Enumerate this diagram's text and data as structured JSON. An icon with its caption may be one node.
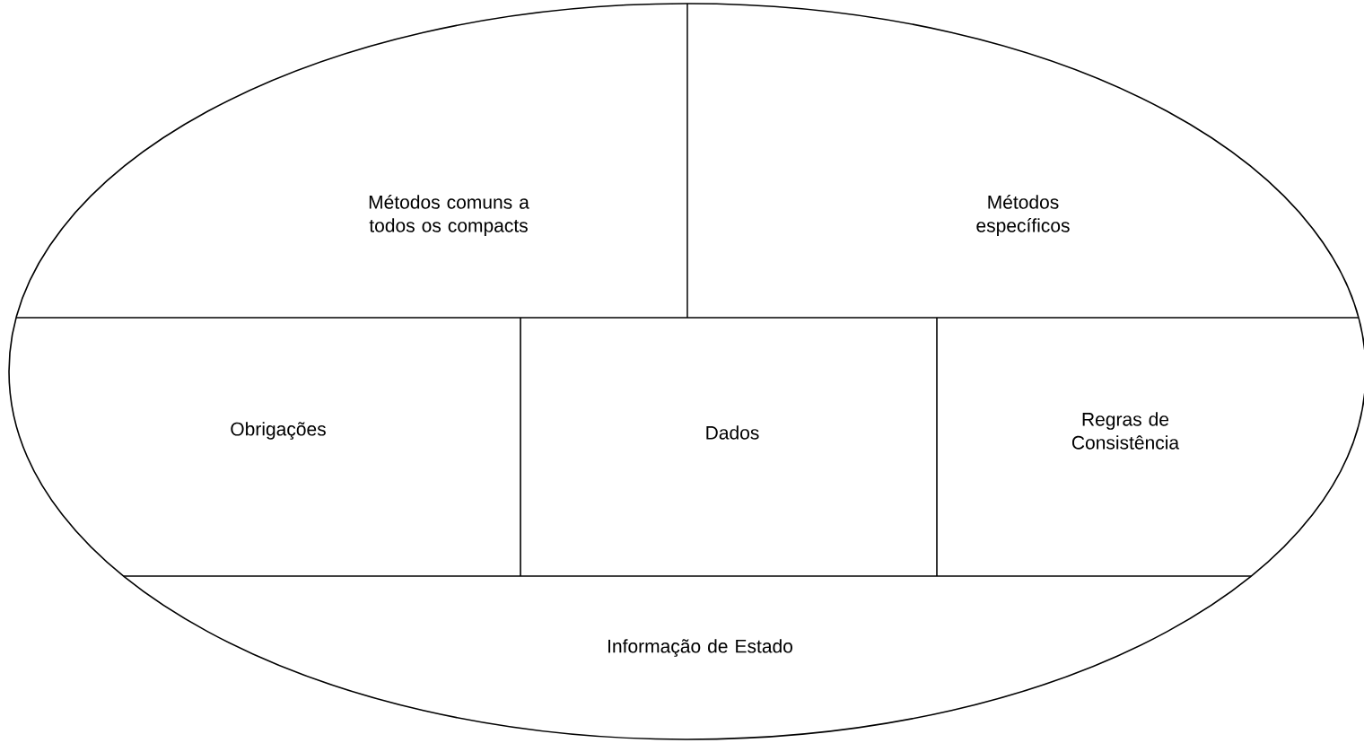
{
  "diagram": {
    "nodes": [
      {
        "text": [],
        "shape": "ellipse"
      },
      {
        "text": [
          "Métodos comuns a todos os compacts"
        ],
        "in": 0
      },
      {
        "text": [
          "Métodos específicos"
        ],
        "in": 0
      },
      {
        "text": [
          "Obrigações"
        ],
        "in": 0
      },
      {
        "text": [
          "Dados"
        ],
        "in": 0
      },
      {
        "text": [
          "Regras de Consistência"
        ],
        "in": 0
      },
      {
        "text": [
          "Informação de Estado"
        ],
        "in": 0
      }
    ]
  }
}
